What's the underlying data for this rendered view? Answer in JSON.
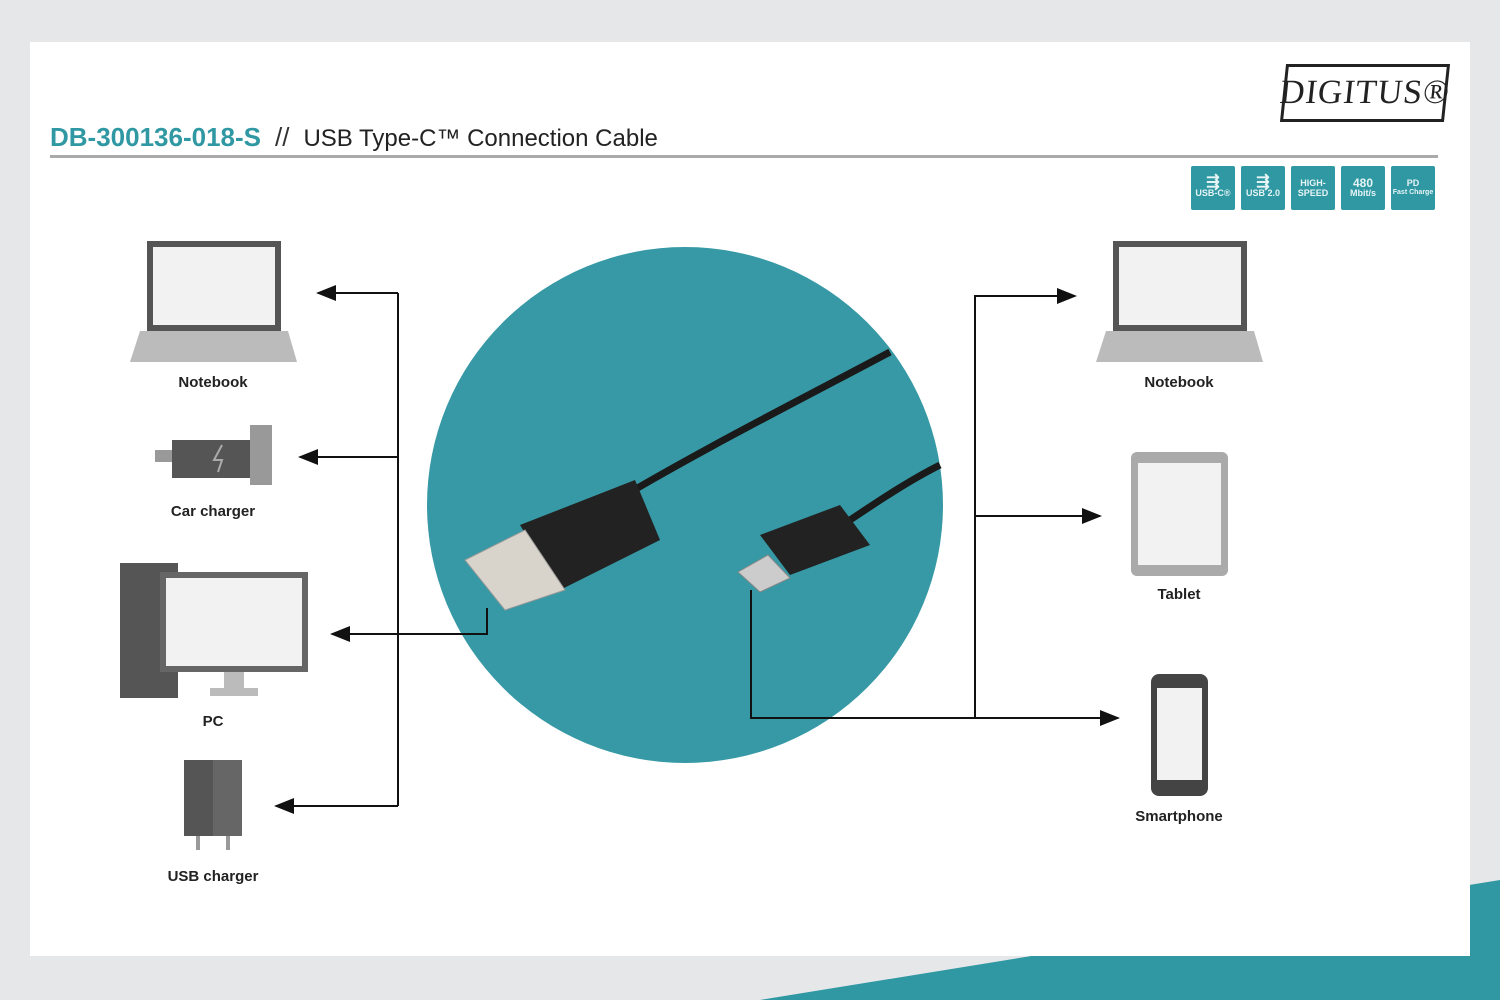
{
  "header": {
    "product_code": "DB-300136-018-S",
    "separator": "//",
    "title": "USB Type-C™ Connection Cable"
  },
  "brand": {
    "logo_text": "DIGITUS®"
  },
  "badges": [
    {
      "top": "⇶",
      "label": "USB-C®"
    },
    {
      "top": "⇶",
      "label": "USB 2.0"
    },
    {
      "top": "HIGH-SPEED",
      "label": ""
    },
    {
      "top": "480",
      "label": "Mbit/s"
    },
    {
      "top": "PD",
      "label": "Fast Charge"
    }
  ],
  "left_devices": [
    "Notebook",
    "Car charger",
    "PC",
    "USB charger"
  ],
  "right_devices": [
    "Notebook",
    "Tablet",
    "Smartphone"
  ],
  "colors": {
    "accent": "#2f98a3",
    "circle": "#3699a5"
  }
}
